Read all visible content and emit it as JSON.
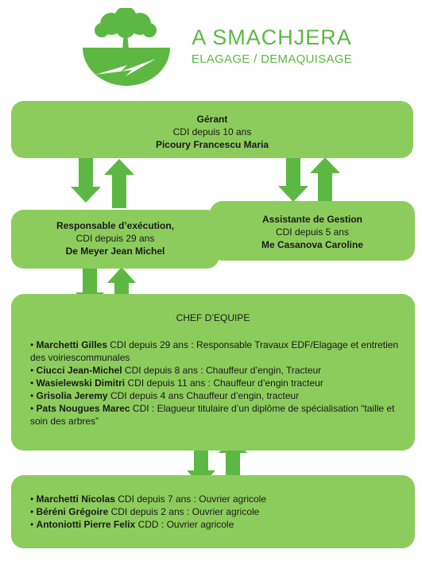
{
  "brand": {
    "title": "A SMACHJERA",
    "subtitle": "ELAGAGE / DEMAQUISAGE",
    "color": "#5cb843"
  },
  "gerant": {
    "role": "Gérant",
    "contract": "CDI depuis 10 ans",
    "name": "Picoury Francescu Maria"
  },
  "responsable": {
    "role": "Responsable d’exécution,",
    "contract": "CDI depuis 29 ans",
    "name": "De Meyer Jean Michel"
  },
  "assistante": {
    "role": "Assistante de Gestion",
    "contract": "CDI depuis 5 ans",
    "name": "Me Casanova Caroline"
  },
  "chef_equipe": {
    "title": "CHEF D’EQUIPE",
    "members": [
      {
        "name": "Marchetti Gilles",
        "detail": " CDI depuis 29 ans : Responsable Travaux EDF/Elagage et entretien des voiriescommunales"
      },
      {
        "name": "Ciucci Jean-Michel",
        "detail": " CDI depuis 8 ans : Chauffeur d’engin, Tracteur"
      },
      {
        "name": "Wasielewski Dimitri",
        "detail": " CDI depuis 11 ans : Chauffeur d’engin tracteur"
      },
      {
        "name": "Grisolia Jeremy",
        "detail": " CDI depuis 4 ans Chauffeur d’engin, tracteur"
      },
      {
        "name": "Pats Nougues Marec",
        "detail": " CDI : Elagueur titulaire d’un diplôme de spécialisation “taille et soin des arbres”"
      }
    ]
  },
  "ouvriers": {
    "members": [
      {
        "name": "Marchetti Nicolas",
        "detail": " CDI depuis 7 ans : Ouvrier agricole"
      },
      {
        "name": "Béréni Grégoire",
        "detail": " CDI depuis 2 ans : Ouvrier agricole"
      },
      {
        "name": "Antoniotti Pierre Felix",
        "detail": " CDD : Ouvrier agricole"
      }
    ]
  },
  "colors": {
    "box": "#8ccc5c",
    "arrow": "#5cb843"
  }
}
